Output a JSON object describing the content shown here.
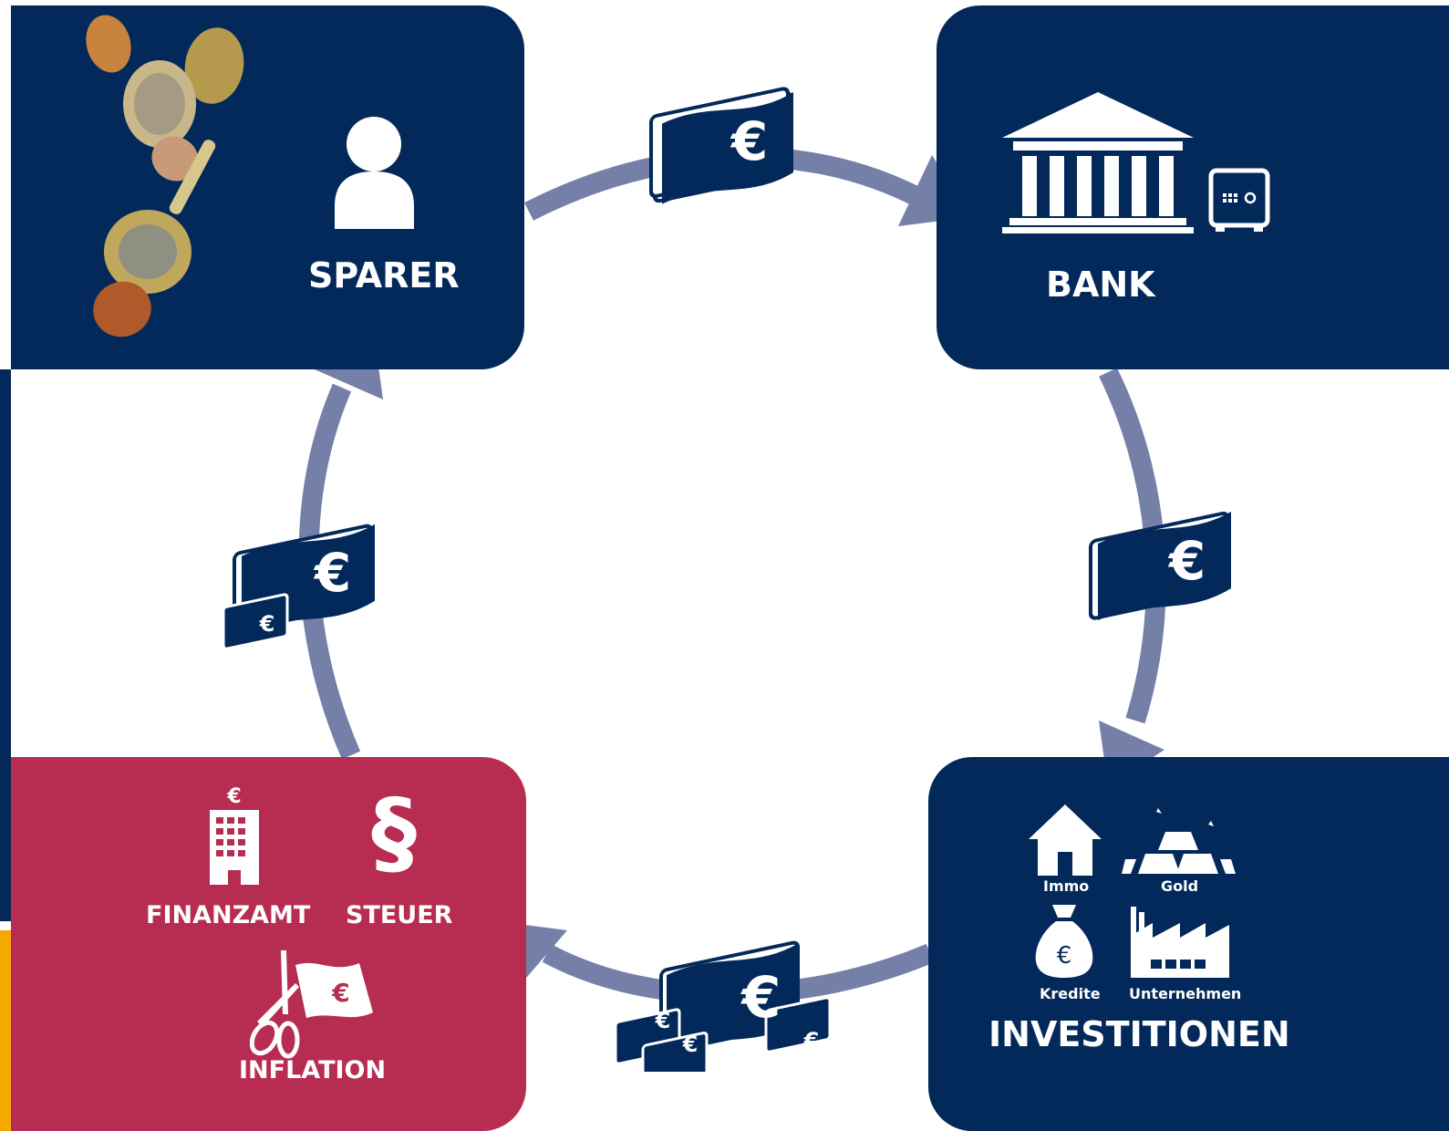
{
  "nodes": {
    "sparer": {
      "label": "SPARER"
    },
    "bank": {
      "label": "BANK"
    },
    "investitionen": {
      "label": "INVESTITIONEN",
      "items": {
        "immo": "Immo",
        "gold": "Gold",
        "kredite": "Kredite",
        "unternehmen": "Unternehmen"
      }
    },
    "finanzamt": {
      "finanzamt_label": "FINANZAMT",
      "steuer_label": "STEUER",
      "inflation_label": "INFLATION"
    }
  },
  "colors": {
    "navy": "#03295a",
    "red": "#b72d52",
    "arrow": "#7480a8",
    "accent_yellow": "#f5a800"
  },
  "symbols": {
    "euro": "€",
    "paragraph": "§"
  },
  "icons": [
    "coins-icon",
    "user-icon",
    "bank-building-icon",
    "safe-icon",
    "money-bills-icon",
    "house-icon",
    "gold-bars-icon",
    "money-bag-icon",
    "factory-icon",
    "finance-office-icon",
    "paragraph-icon",
    "scissors-cut-money-icon"
  ]
}
